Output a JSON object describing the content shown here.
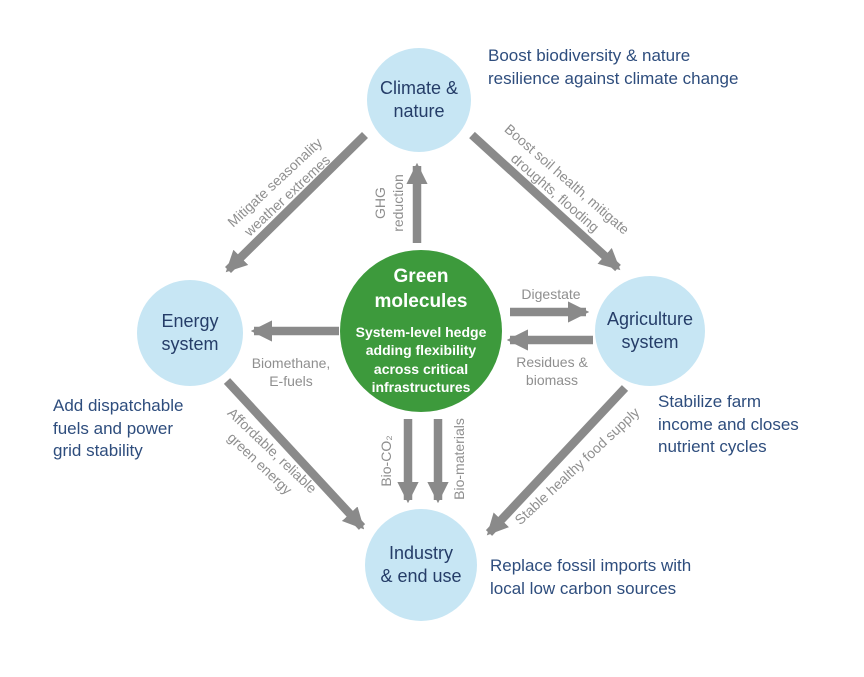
{
  "colors": {
    "hub_green": "#3d9a3c",
    "node_light_blue": "#c7e6f4",
    "node_text_navy": "#253d68",
    "outcome_text_blue": "#2e4d7d",
    "arrow_gray": "#8a8a8a",
    "flow_label_gray": "#8f8f8f",
    "background": "#ffffff"
  },
  "hub": {
    "title": "Green\nmolecules",
    "subtitle": "System-level hedge\nadding flexibility\nacross critical\ninfrastructures"
  },
  "nodes": {
    "climate": "Climate &\nnature",
    "energy": "Energy\nsystem",
    "agriculture": "Agriculture\nsystem",
    "industry": "Industry\n& end use"
  },
  "outcomes": {
    "climate": "Boost biodiversity & nature\nresilience against climate change",
    "energy": "Add dispatchable\nfuels and power\ngrid stability",
    "agriculture": "Stabilize farm\nincome and closes\nnutrient cycles",
    "industry": "Replace fossil imports with\nlocal low carbon sources"
  },
  "flows": {
    "ghg": "GHG\nreduction",
    "digestate": "Digestate",
    "residues": "Residues &\nbiomass",
    "biomethane": "Biomethane,\nE-fuels",
    "bio_co2": "Bio-CO₂",
    "bio_materials": "Bio-materials",
    "climate_energy": "Mitigate seasonality\nweather extremes",
    "climate_agriculture": "Boost soil health, mitigate\ndroughts, flooding",
    "energy_industry": "Affordable, reliable\ngreen energy",
    "agriculture_industry": "Stable healthy food supply"
  }
}
